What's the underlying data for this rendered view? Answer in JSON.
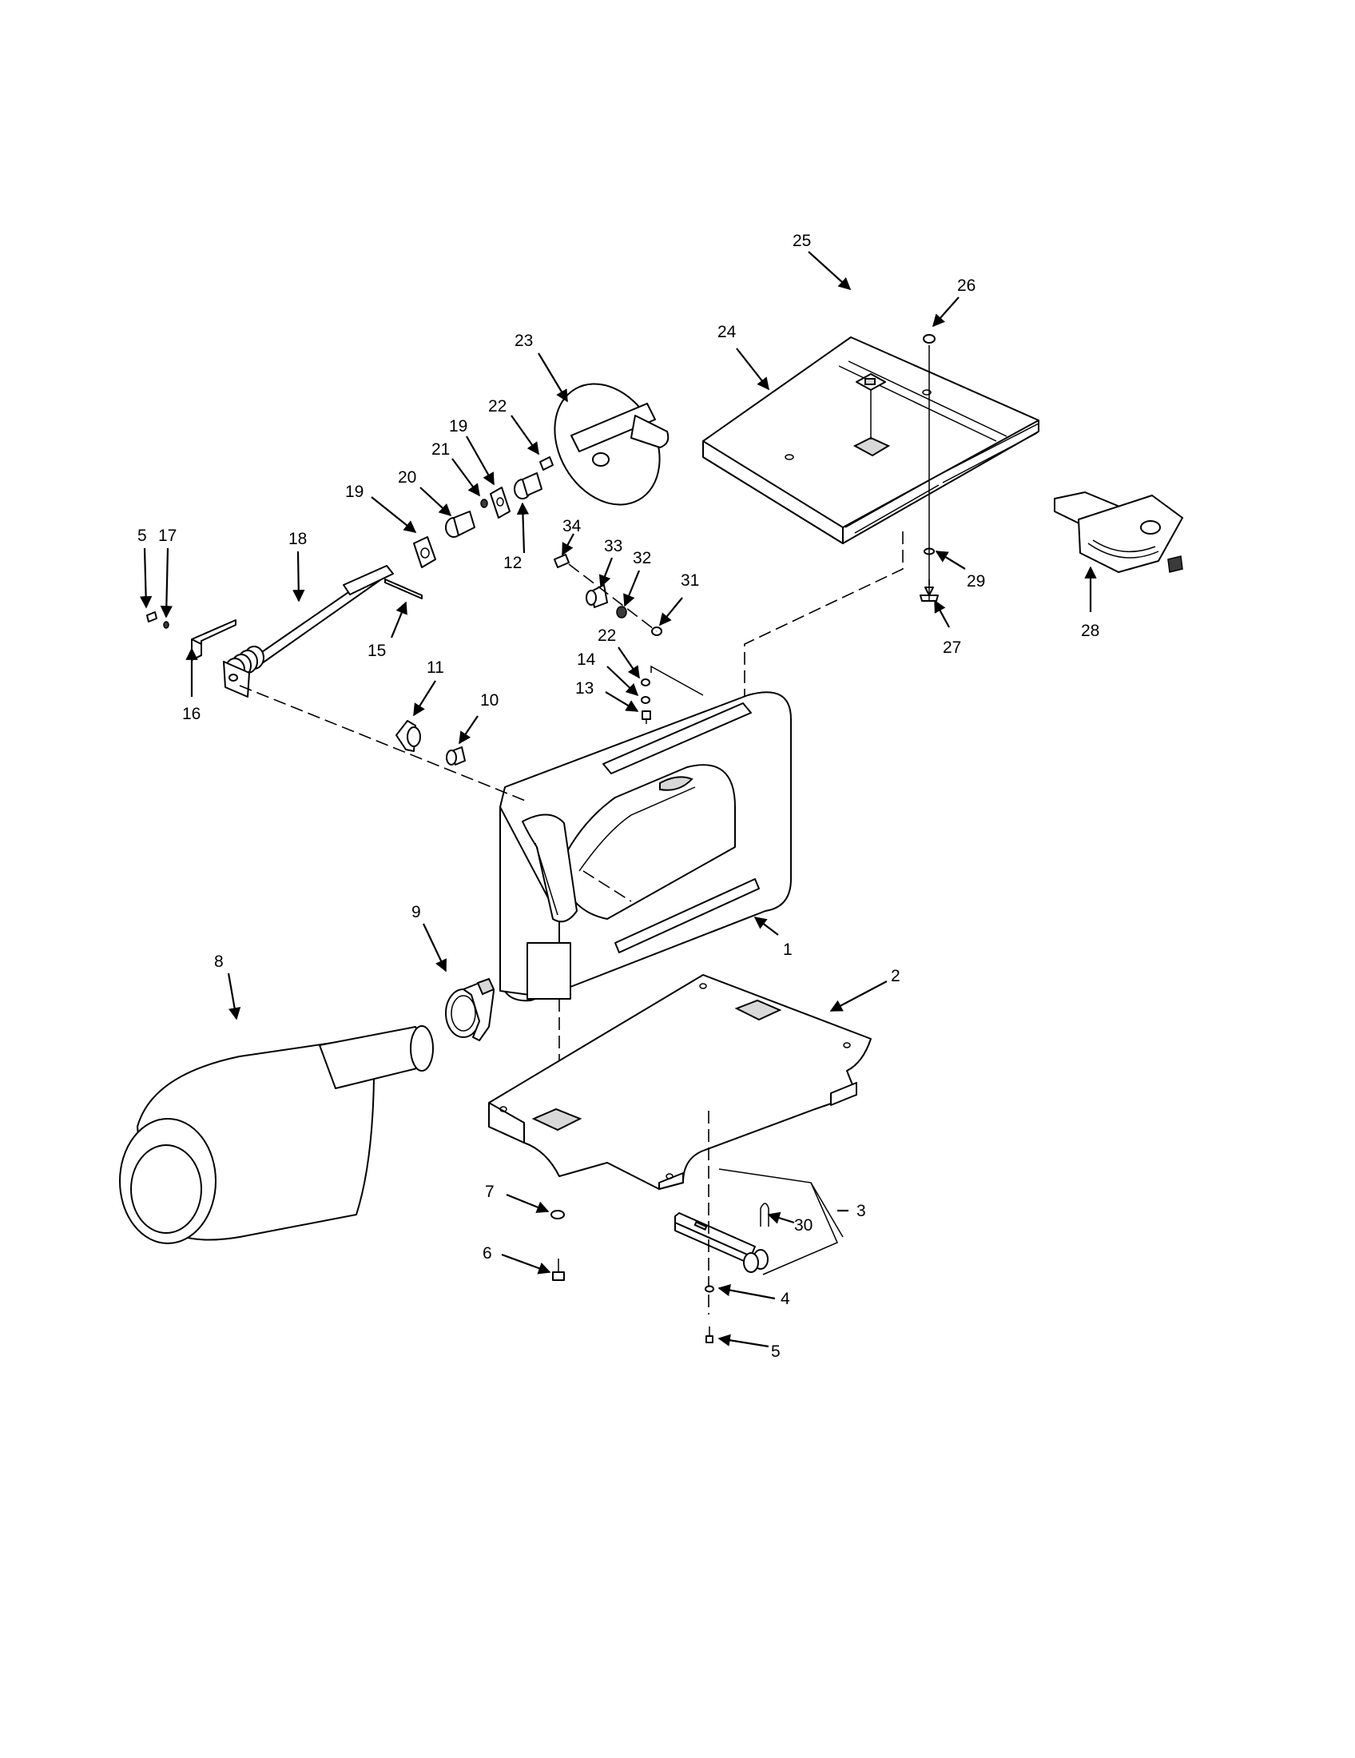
{
  "diagram": {
    "type": "exploded parts diagram",
    "line_color": "#000000",
    "background": "#ffffff",
    "callouts": [
      {
        "id": "c1",
        "label": "1"
      },
      {
        "id": "c2",
        "label": "2"
      },
      {
        "id": "c3",
        "label": "3"
      },
      {
        "id": "c4",
        "label": "4"
      },
      {
        "id": "c5a",
        "label": "5"
      },
      {
        "id": "c5b",
        "label": "5"
      },
      {
        "id": "c6",
        "label": "6"
      },
      {
        "id": "c7",
        "label": "7"
      },
      {
        "id": "c8",
        "label": "8"
      },
      {
        "id": "c9",
        "label": "9"
      },
      {
        "id": "c10",
        "label": "10"
      },
      {
        "id": "c11",
        "label": "11"
      },
      {
        "id": "c12",
        "label": "12"
      },
      {
        "id": "c13",
        "label": "13"
      },
      {
        "id": "c14",
        "label": "14"
      },
      {
        "id": "c15",
        "label": "15"
      },
      {
        "id": "c16",
        "label": "16"
      },
      {
        "id": "c17",
        "label": "17"
      },
      {
        "id": "c18",
        "label": "18"
      },
      {
        "id": "c19a",
        "label": "19"
      },
      {
        "id": "c19b",
        "label": "19"
      },
      {
        "id": "c20",
        "label": "20"
      },
      {
        "id": "c21",
        "label": "21"
      },
      {
        "id": "c22a",
        "label": "22"
      },
      {
        "id": "c22b",
        "label": "22"
      },
      {
        "id": "c23",
        "label": "23"
      },
      {
        "id": "c24",
        "label": "24"
      },
      {
        "id": "c25",
        "label": "25"
      },
      {
        "id": "c26",
        "label": "26"
      },
      {
        "id": "c27",
        "label": "27"
      },
      {
        "id": "c28",
        "label": "28"
      },
      {
        "id": "c29",
        "label": "29"
      },
      {
        "id": "c30",
        "label": "30"
      },
      {
        "id": "c31",
        "label": "31"
      },
      {
        "id": "c32",
        "label": "32"
      },
      {
        "id": "c33",
        "label": "33"
      },
      {
        "id": "c34",
        "label": "34"
      }
    ]
  }
}
